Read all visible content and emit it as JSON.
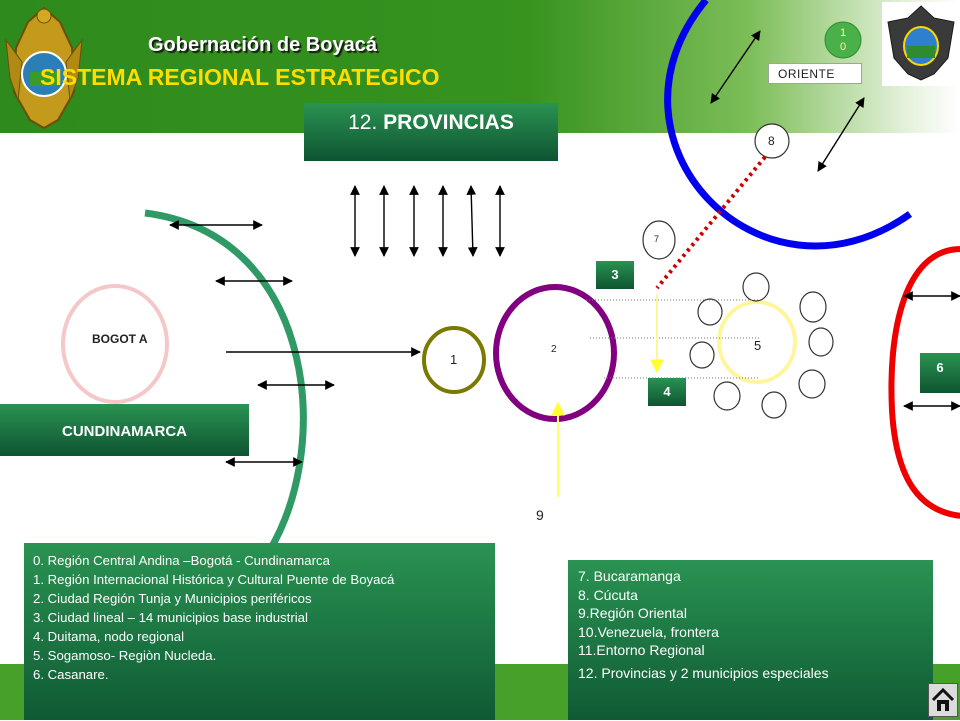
{
  "header": {
    "org_title": "Gobernación de Boyacá",
    "system_title": "SISTEMA REGIONAL ESTRATEGICO"
  },
  "provinces_box": {
    "number": "12.",
    "label": "PROVINCIAS"
  },
  "region_labels": {
    "oriente": "ORIENTE",
    "bogota": "BOGOT A",
    "cundinamarca": "CUNDINAMARCA"
  },
  "nodes": {
    "n1": "1",
    "n2": "2",
    "n3": "3",
    "n4": "4",
    "n5": "5",
    "n6": "6",
    "n7": "7",
    "n8": "8",
    "n9": "9",
    "n10": "1 0"
  },
  "legend_left": [
    "0. Región Central Andina –Bogotá - Cundinamarca",
    "1. Región Internacional Histórica  y Cultural Puente de Boyacá",
    "2. Ciudad Región Tunja y Municipios periféricos",
    "3. Ciudad  lineal – 14 municipios base industrial",
    "4. Duitama, nodo regional",
    "5. Sogamoso- Regiòn Nucleda.",
    "6. Casanare."
  ],
  "legend_right": [
    "7. Bucaramanga",
    "8. Cúcuta",
    "9.Región Oriental",
    "10.Venezuela, frontera",
    "11.Entorno Regional",
    "12. Provincias  y  2 municipios especiales"
  ],
  "colors": {
    "header_green": "#37931e",
    "title_yellow": "#ffdd00",
    "box_green": "#1b7a44",
    "arc_green": "#2f9a66",
    "bogota_pink": "#f4c8c8",
    "node1_olive": "#7a7a00",
    "node2_purple": "#80007f",
    "node5_yellow": "#fff59a",
    "oriente_blue": "#0000ee",
    "casanare_red": "#ee0000",
    "node8_dots": "#cc0000"
  },
  "icons": {
    "left_emblem": "eagle-coat-of-arms-icon",
    "right_emblem": "eagle-shield-icon",
    "home": "home-icon"
  }
}
